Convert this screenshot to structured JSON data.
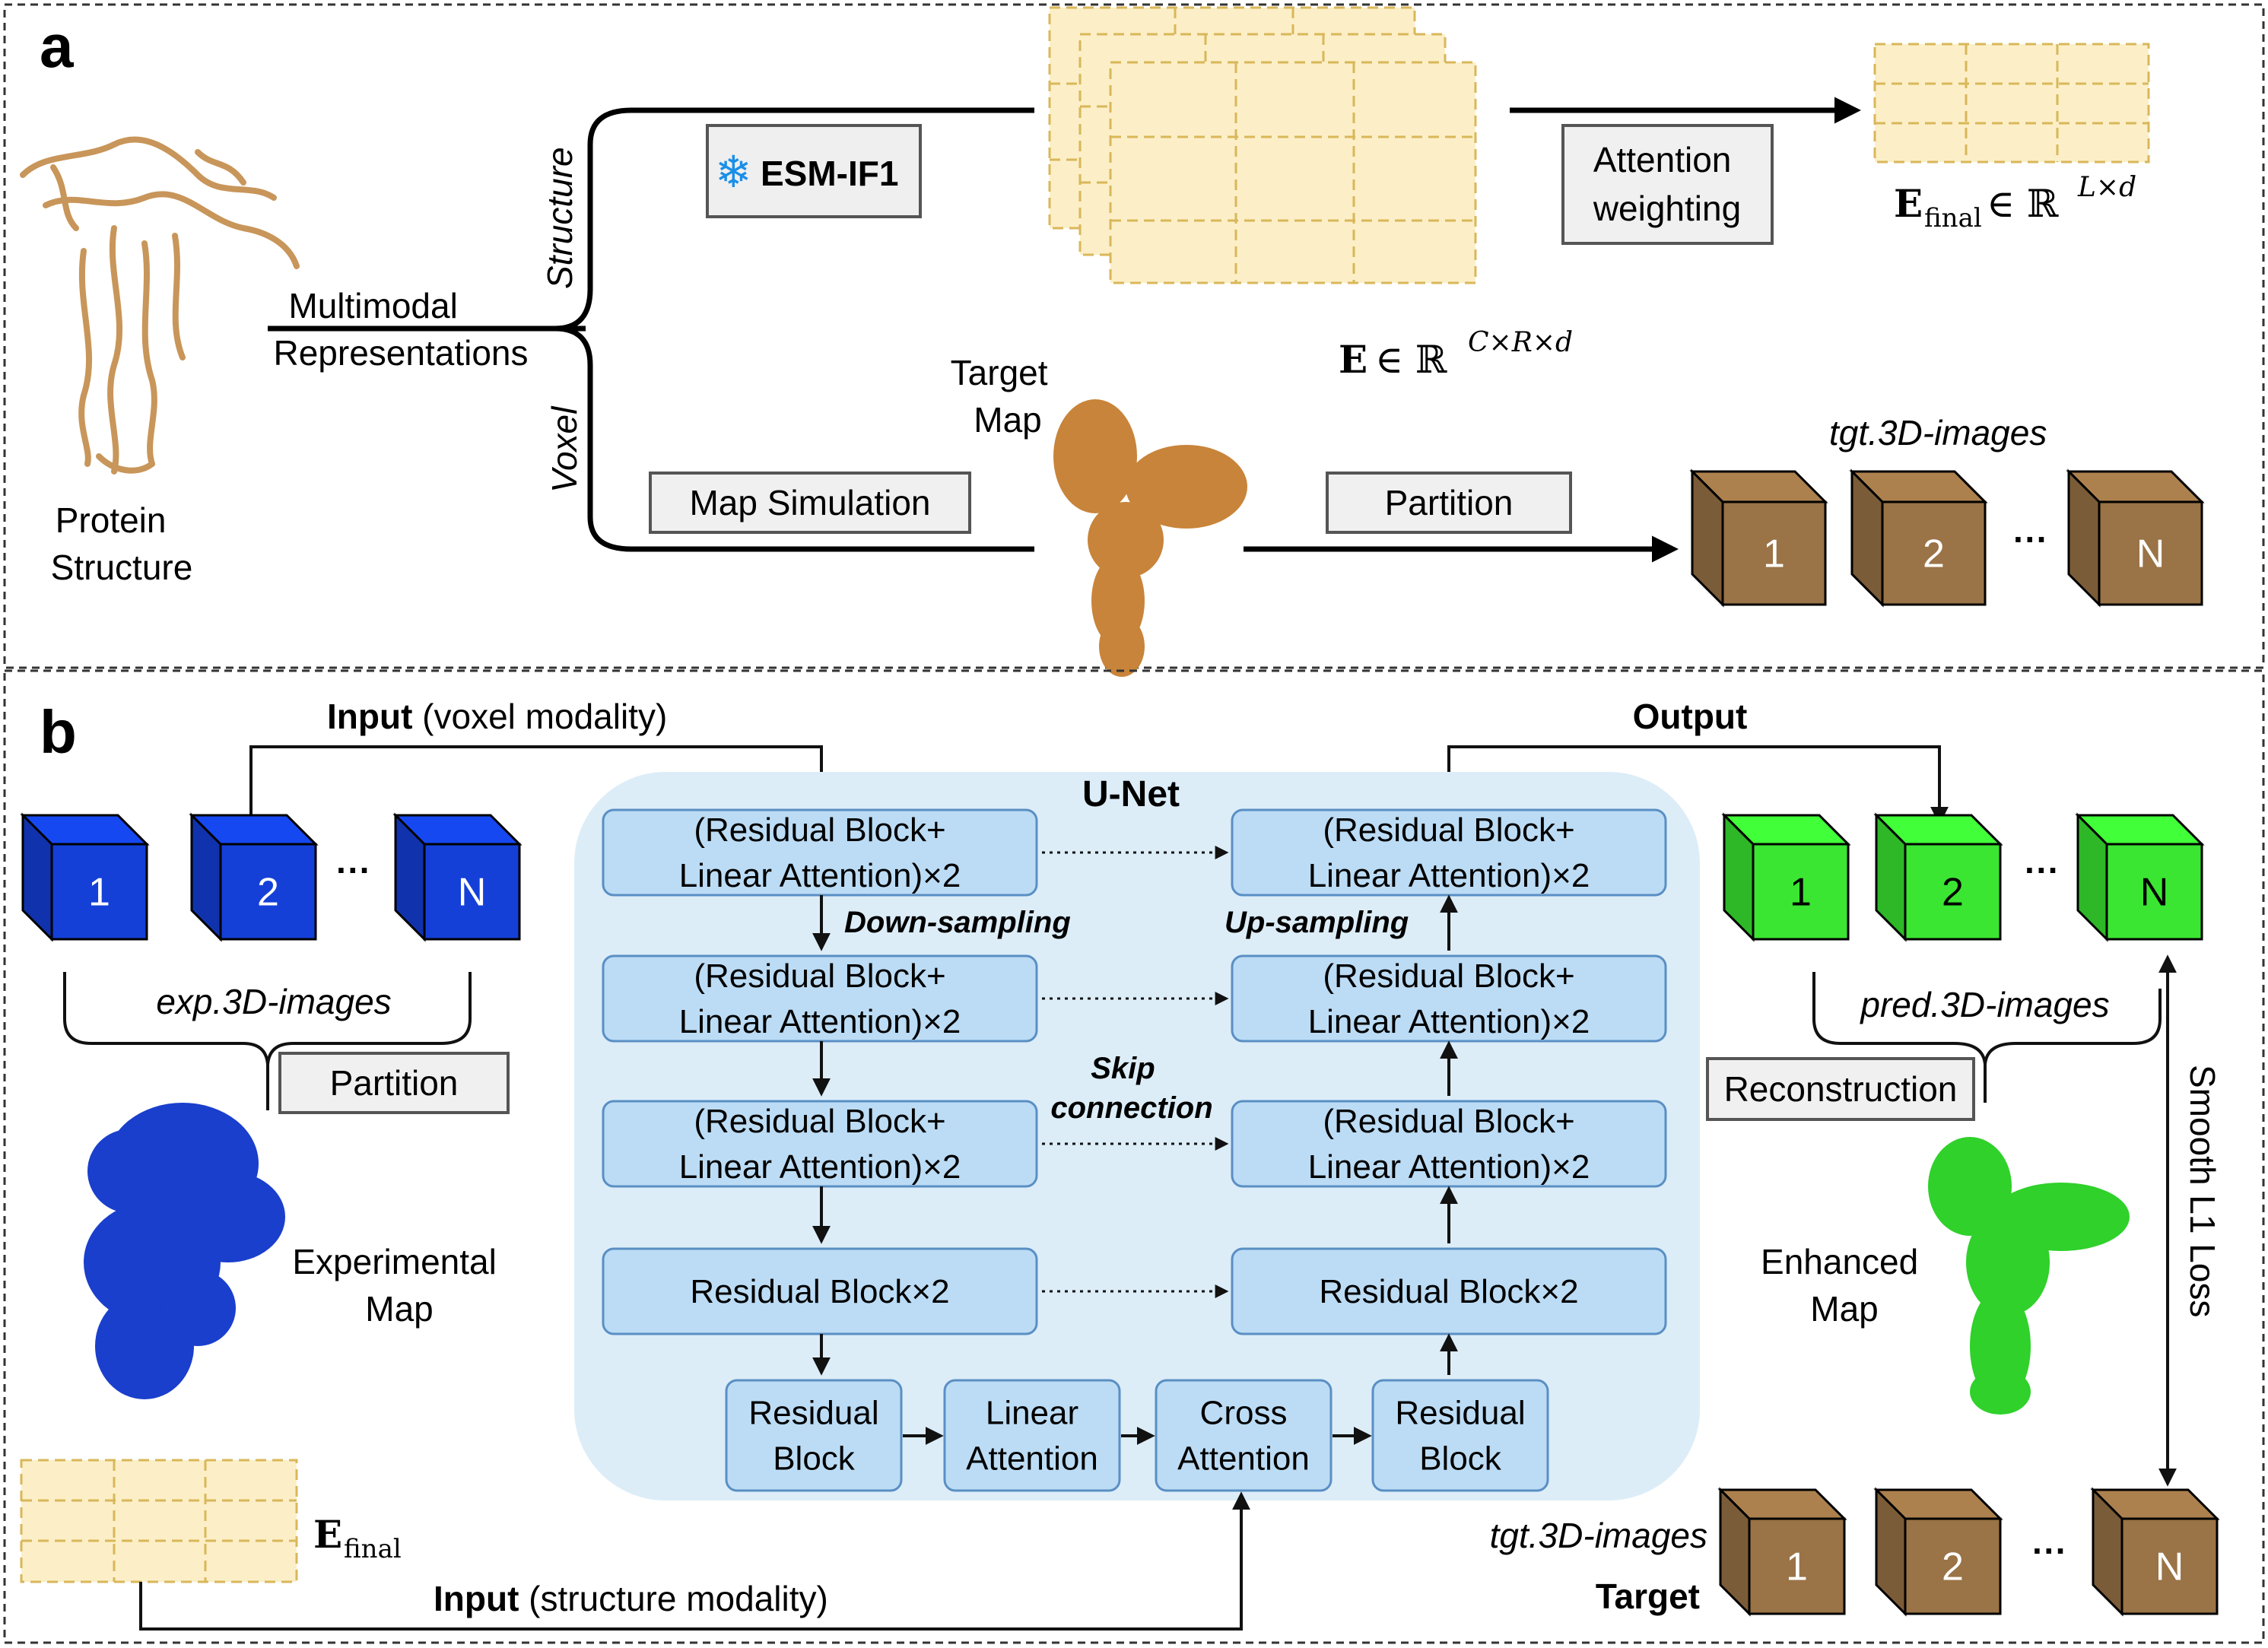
{
  "panel_a": {
    "label": "a",
    "protein_structure": [
      "Protein",
      "Structure"
    ],
    "multimodal": [
      "Multimodal",
      "Representations"
    ],
    "branch_structure": "Structure",
    "branch_voxel": "Voxel",
    "esm_model": "ESM-IF1",
    "attention_weighting": [
      "Attention",
      "weighting"
    ],
    "e_final_math": "∈ ℝ",
    "e_final_sup": "L×d",
    "e_math": "∈ ℝ",
    "e_sup": "C×R×d",
    "target_map": [
      "Target",
      "Map"
    ],
    "map_simulation": "Map Simulation",
    "partition": "Partition",
    "tgt_images": "tgt.3D-images",
    "cubes": [
      "1",
      "2",
      "N"
    ],
    "ellipsis": "···"
  },
  "panel_b": {
    "label": "b",
    "input_voxel_bold": "Input",
    "input_voxel_rest": " (voxel modality)",
    "output": "Output",
    "unet_title": "U-Net",
    "block_line1": "(Residual Block+",
    "block_line2": "Linear Attention)×2",
    "residual_x2": "Residual Block×2",
    "down_sampling": "Down-sampling",
    "up_sampling": "Up-sampling",
    "skip_connection": [
      "Skip",
      "connection"
    ],
    "bottleneck": [
      [
        "Residual",
        "Block"
      ],
      [
        "Linear",
        "Attention"
      ],
      [
        "Cross",
        "Attention"
      ],
      [
        "Residual",
        "Block"
      ]
    ],
    "exp_cubes": [
      "1",
      "2",
      "N"
    ],
    "exp_images": "exp.3D-images",
    "partition": "Partition",
    "experimental_map": [
      "Experimental",
      "Map"
    ],
    "pred_cubes": [
      "1",
      "2",
      "N"
    ],
    "pred_images": "pred.3D-images",
    "reconstruction": "Reconstruction",
    "enhanced_map": [
      "Enhanced",
      "Map"
    ],
    "loss": "Smooth L1 Loss",
    "tgt_images": "tgt.3D-images",
    "target": "Target",
    "tgt_cubes": [
      "1",
      "2",
      "N"
    ],
    "input_struct_bold": "Input",
    "input_struct_rest": " (structure modality)",
    "ellipsis": "···"
  },
  "colors": {
    "embedding_fill": "#fcefc7",
    "embedding_stroke": "#d9b75a",
    "unet_bg": "#dcedf8",
    "block_fill": "#bcdcf5",
    "block_stroke": "#5a8fc4",
    "blue_cube": "#1440d8",
    "green_cube": "#3ae632",
    "brown_cube": "#9a7346",
    "protein_tan": "#c8965a",
    "blue_map": "#1a3fcc",
    "green_map": "#2fd12a"
  }
}
